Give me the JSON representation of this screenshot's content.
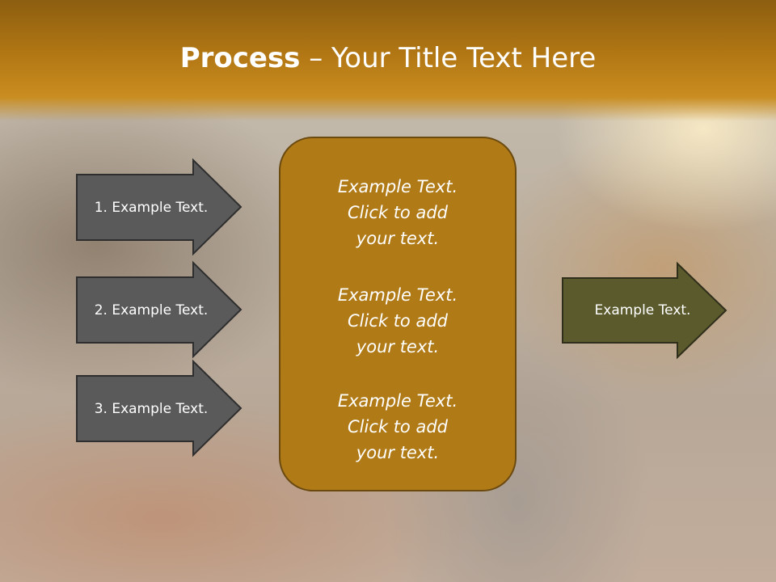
{
  "title": {
    "bold": "Process",
    "rest": " – Your Title Text Here"
  },
  "left_arrows": [
    {
      "label": "1. Example Text."
    },
    {
      "label": "2. Example Text."
    },
    {
      "label": "3. Example Text."
    }
  ],
  "center_blocks": [
    {
      "lines": [
        "Example Text.",
        "Click  to add",
        "your text."
      ]
    },
    {
      "lines": [
        "Example Text.",
        "Click  to add",
        "your text."
      ]
    },
    {
      "lines": [
        "Example Text.",
        "Click  to add",
        "your text."
      ]
    }
  ],
  "right_arrow": {
    "label": "Example Text."
  },
  "colors": {
    "header": "#b27714",
    "left_arrow_fill": "#5a5a5a",
    "center_box_fill": "#b07a17",
    "right_arrow_fill": "#5b5a2d"
  }
}
